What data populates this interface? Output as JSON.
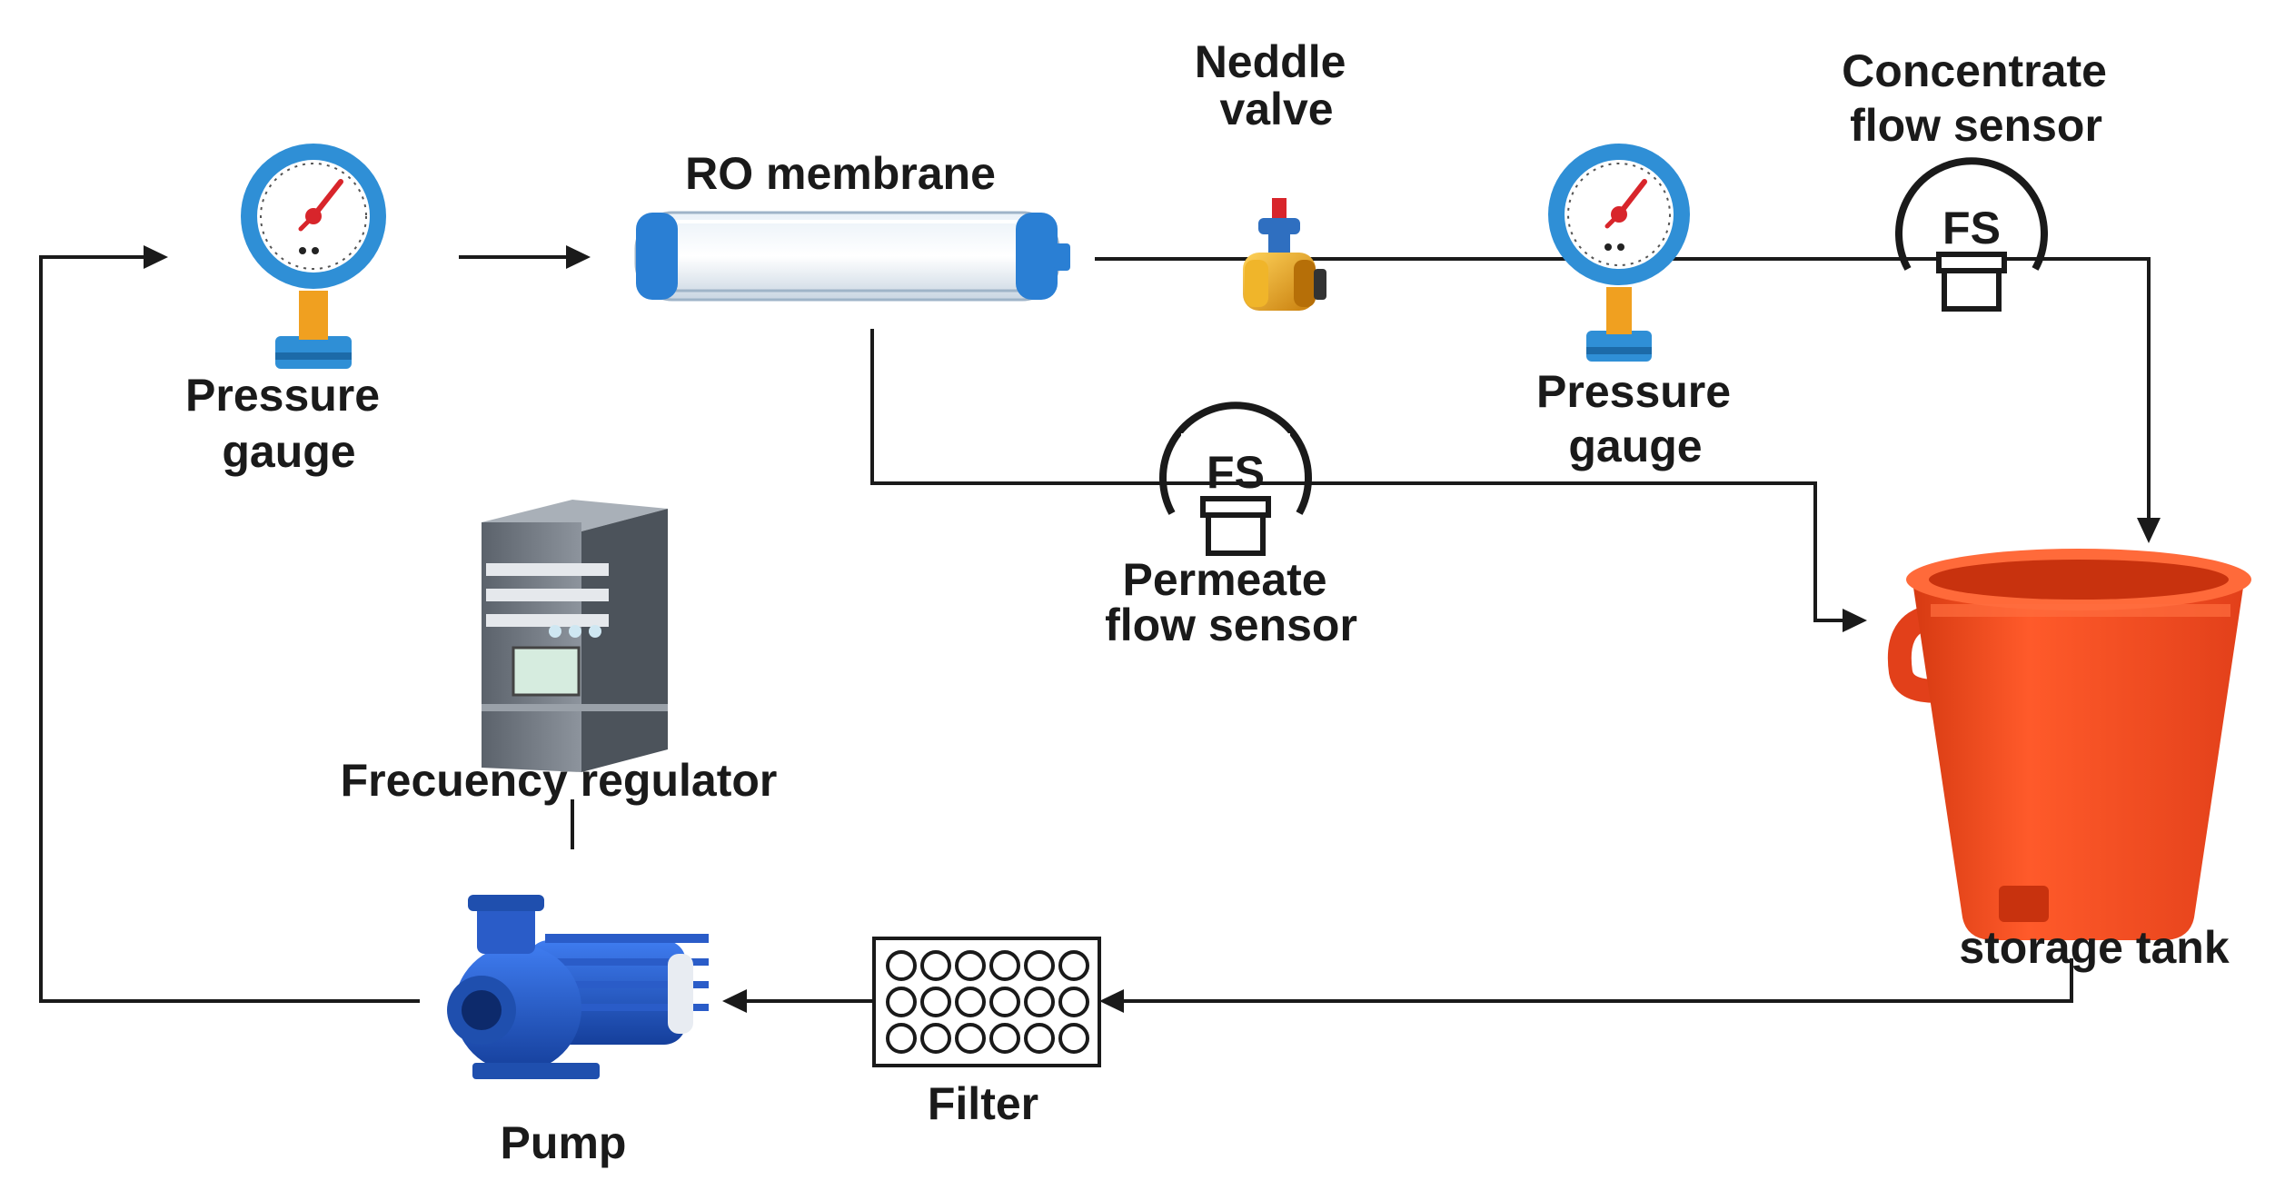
{
  "labels": {
    "pressure_gauge_left": [
      "Pressure",
      "gauge"
    ],
    "ro_membrane": "RO membrane",
    "needle_valve": [
      "Neddle",
      "valve"
    ],
    "pressure_gauge_right": [
      "Pressure",
      "gauge"
    ],
    "concentrate_flow_sensor": [
      "Concentrate",
      "flow sensor"
    ],
    "permeate_flow_sensor": [
      "Permeate",
      "flow sensor"
    ],
    "frequency_regulator": "Frecuency regulator",
    "storage_tank": "storage tank",
    "filter": "Filter",
    "pump": "Pump"
  },
  "sensor_text": "FS",
  "colors": {
    "line": "#1a1a1a",
    "gauge_blue": "#2f8fd6",
    "gauge_orange": "#f0a020",
    "tank_orange": "#f24a1e",
    "pump_blue": "#1f56c9",
    "valve_brass": "#e8a21c",
    "membrane_blue": "#2a7fd4",
    "cabinet_gray": "#6f7680"
  }
}
